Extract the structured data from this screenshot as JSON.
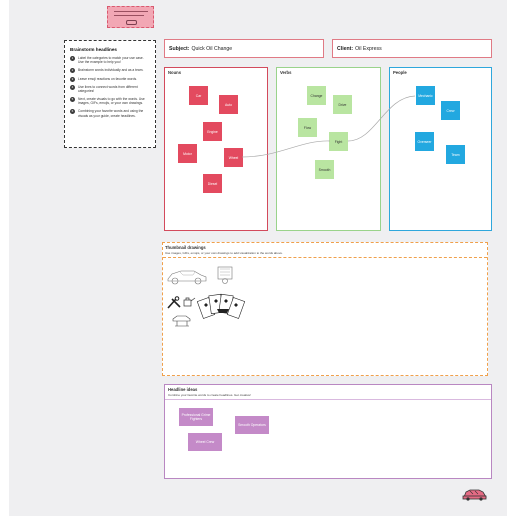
{
  "top_sticky": {
    "lines": [
      "Fill the template with your own ideas",
      "and then explore some examples"
    ]
  },
  "instructions": {
    "title": "Brainstorm headlines",
    "steps": [
      {
        "num": "1",
        "text": "Label the categories to match your use case. Use the example to help you!"
      },
      {
        "num": "2",
        "text": "Brainstorm words individually and as a team."
      },
      {
        "num": "3",
        "text": "Leave emoji reactions on favorite words."
      },
      {
        "num": "4",
        "text": "Use lines to connect words from different categories!"
      },
      {
        "num": "5",
        "text": "Next, create visuals to go with the words. Use images, GIFs, emojis, or your own drawings."
      },
      {
        "num": "6",
        "text": "Combining your favorite words and using the visuals as your guide, create headlines."
      }
    ]
  },
  "header": {
    "subject_label": "Subject:",
    "subject_value": "Quick Oil Change",
    "client_label": "Client:",
    "client_value": "Oil Express"
  },
  "columns": {
    "nouns": {
      "title": "Nouns",
      "notes": [
        "Car",
        "Auto",
        "Engine",
        "Motor",
        "Wheel",
        "Diesel"
      ]
    },
    "verbs": {
      "title": "Verbs",
      "notes": [
        "Change",
        "Drive",
        "Flow",
        "Fight",
        "Smooth"
      ]
    },
    "people": {
      "title": "People",
      "notes": [
        "Mechanic",
        "Crew",
        "Overseer",
        "Team"
      ]
    }
  },
  "thumbnails": {
    "title": "Thumbnail drawings",
    "subtitle": "Use images, GIFs, emojis, or your own drawings to add visualization to the words above."
  },
  "headlines": {
    "title": "Headline ideas",
    "subtitle": "Combine your favorite words to create headlines. Get creative!",
    "notes": [
      "Professional Grime Fighters",
      "Smooth Operators",
      "Wheel Crew"
    ]
  },
  "colors": {
    "nouns": "#e34a5f",
    "verbs": "#b9e5a1",
    "people": "#22a8e0",
    "headlines": "#c48ac8",
    "thumbnails_border": "#f0a04b"
  }
}
